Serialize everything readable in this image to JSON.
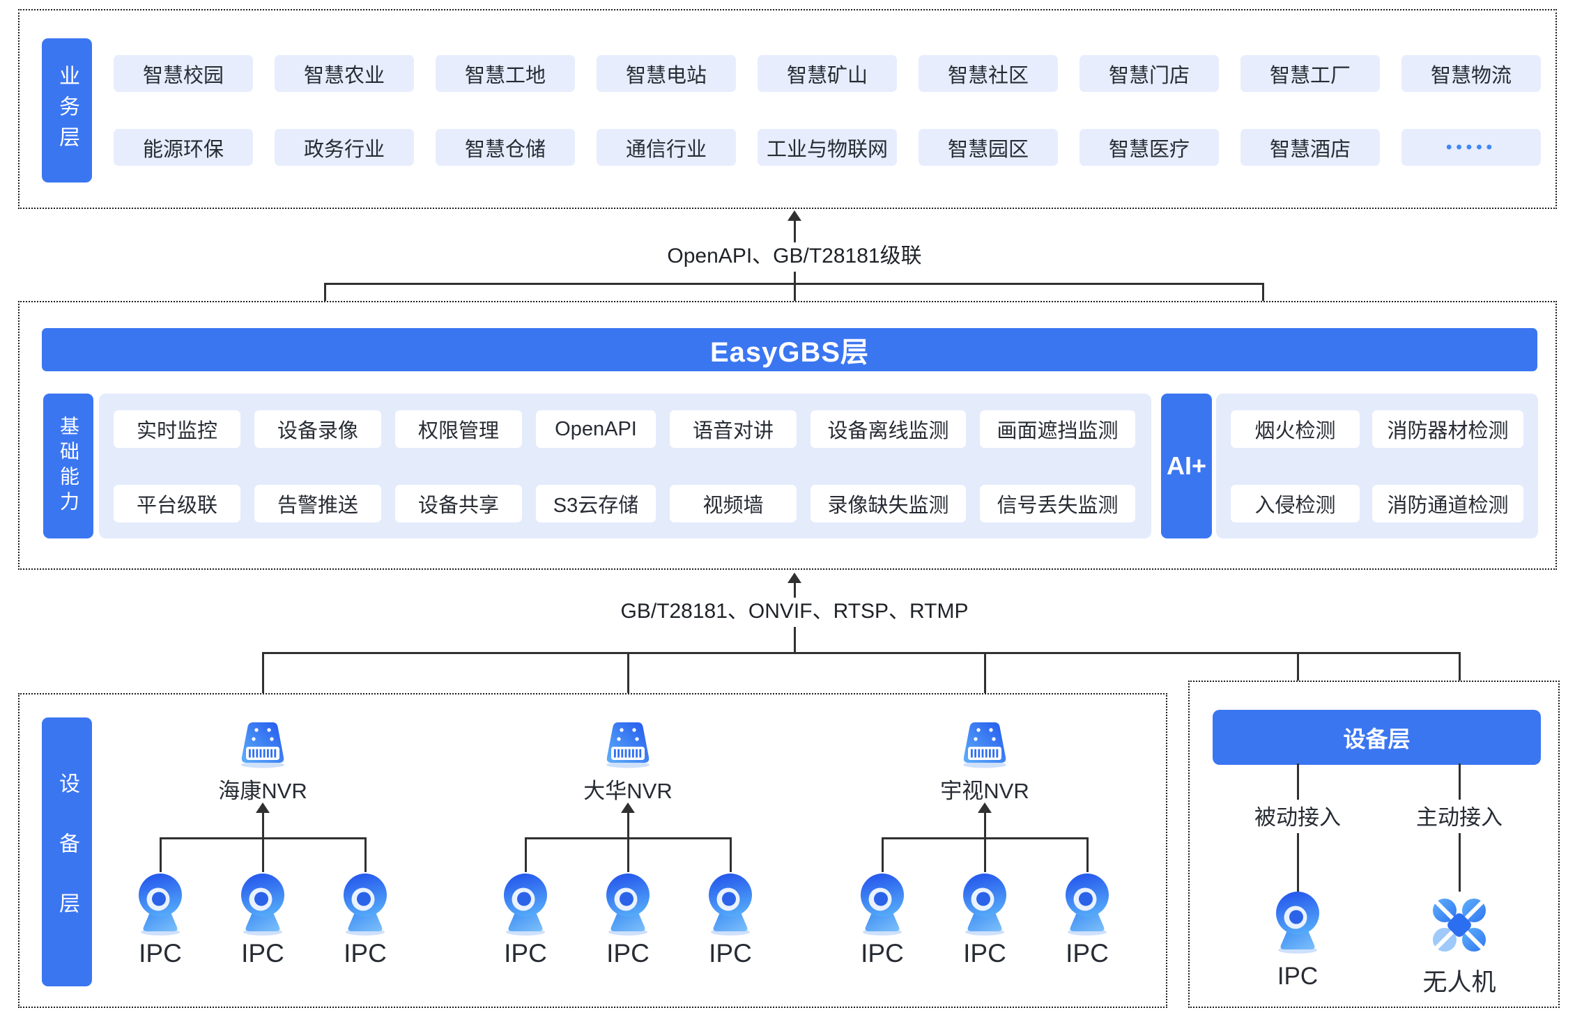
{
  "colors": {
    "primary_blue": "#3b76f1",
    "chip_bg": "#e7edfc",
    "panel_bg": "#e4ebfb",
    "line": "#303030",
    "dots_accent": "#3f87f5"
  },
  "business_layer": {
    "badge": "业务层",
    "row1": [
      "智慧校园",
      "智慧农业",
      "智慧工地",
      "智慧电站",
      "智慧矿山",
      "智慧社区",
      "智慧门店",
      "智慧工厂",
      "智慧物流"
    ],
    "row2": [
      "能源环保",
      "政务行业",
      "智慧仓储",
      "通信行业",
      "工业与物联网",
      "智慧园区",
      "智慧医疗",
      "智慧酒店",
      "•••••"
    ]
  },
  "connectors": {
    "top_label": "OpenAPI、GB/T28181级联",
    "bottom_label": "GB/T28181、ONVIF、RTSP、RTMP"
  },
  "easygbs_layer": {
    "title": "EasyGBS层",
    "badge": "基础能力",
    "row1": [
      "实时监控",
      "设备录像",
      "权限管理",
      "OpenAPI",
      "语音对讲",
      "设备离线监测",
      "画面遮挡监测"
    ],
    "row2": [
      "平台级联",
      "告警推送",
      "设备共享",
      "S3云存储",
      "视频墙",
      "录像缺失监测",
      "信号丢失监测"
    ],
    "ai_badge": "AI+",
    "ai_row1": [
      "烟火检测",
      "消防器材检测"
    ],
    "ai_row2": [
      "入侵检测",
      "消防通道检测"
    ]
  },
  "device_layer": {
    "badge": "设备层",
    "groups": [
      {
        "nvr": "海康NVR",
        "ipcs": [
          "IPC",
          "IPC",
          "IPC"
        ]
      },
      {
        "nvr": "大华NVR",
        "ipcs": [
          "IPC",
          "IPC",
          "IPC"
        ]
      },
      {
        "nvr": "宇视NVR",
        "ipcs": [
          "IPC",
          "IPC",
          "IPC"
        ]
      }
    ]
  },
  "access_box": {
    "header": "设备层",
    "columns": [
      {
        "mode": "被动接入",
        "device": "IPC"
      },
      {
        "mode": "主动接入",
        "device": "无人机"
      }
    ]
  }
}
